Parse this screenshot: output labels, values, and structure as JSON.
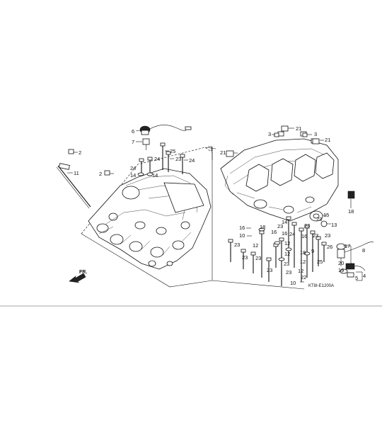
{
  "diagram": {
    "diagram_code": "KT8I-E1200A",
    "direction_label": "FR.",
    "callouts": [
      {
        "id": "c6",
        "label": "6"
      },
      {
        "id": "c7",
        "label": "7"
      },
      {
        "id": "c2a",
        "label": "2"
      },
      {
        "id": "c2b",
        "label": "2"
      },
      {
        "id": "c11",
        "label": "11"
      },
      {
        "id": "c25a",
        "label": "25"
      },
      {
        "id": "c24a",
        "label": "24"
      },
      {
        "id": "c23a",
        "label": "23"
      },
      {
        "id": "c24b",
        "label": "24"
      },
      {
        "id": "c24c",
        "label": "24"
      },
      {
        "id": "c14a",
        "label": "14"
      },
      {
        "id": "c14b",
        "label": "14"
      },
      {
        "id": "c1",
        "label": "1"
      },
      {
        "id": "c21a",
        "label": "21"
      },
      {
        "id": "c21b",
        "label": "21"
      },
      {
        "id": "c21c",
        "label": "21"
      },
      {
        "id": "c3a",
        "label": "3"
      },
      {
        "id": "c3b",
        "label": "3"
      },
      {
        "id": "c18a",
        "label": "18"
      },
      {
        "id": "c15",
        "label": "15"
      },
      {
        "id": "c13",
        "label": "13"
      },
      {
        "id": "c16a",
        "label": "16"
      },
      {
        "id": "c18b",
        "label": "18"
      },
      {
        "id": "c10a",
        "label": "10"
      },
      {
        "id": "c12a",
        "label": "12"
      },
      {
        "id": "c23b",
        "label": "23"
      },
      {
        "id": "c16b",
        "label": "16"
      },
      {
        "id": "c23c",
        "label": "23"
      },
      {
        "id": "c14c",
        "label": "14"
      },
      {
        "id": "c23d",
        "label": "23"
      },
      {
        "id": "c23e",
        "label": "23"
      },
      {
        "id": "c12b",
        "label": "12"
      },
      {
        "id": "c16c",
        "label": "16"
      },
      {
        "id": "c16d",
        "label": "16"
      },
      {
        "id": "c24d",
        "label": "24"
      },
      {
        "id": "c23f",
        "label": "23"
      },
      {
        "id": "c26",
        "label": "26"
      },
      {
        "id": "c17",
        "label": "17"
      },
      {
        "id": "c8",
        "label": "8"
      },
      {
        "id": "c23g",
        "label": "23"
      },
      {
        "id": "c12c",
        "label": "12"
      },
      {
        "id": "c23h",
        "label": "23"
      },
      {
        "id": "c18c",
        "label": "18"
      },
      {
        "id": "c12d",
        "label": "12"
      },
      {
        "id": "c25b",
        "label": "25"
      },
      {
        "id": "c20",
        "label": "20"
      },
      {
        "id": "c23i",
        "label": "23"
      },
      {
        "id": "c23j",
        "label": "23"
      },
      {
        "id": "c23k",
        "label": "23"
      },
      {
        "id": "c12e",
        "label": "12"
      },
      {
        "id": "c22",
        "label": "22"
      },
      {
        "id": "c19",
        "label": "19"
      },
      {
        "id": "c4",
        "label": "4"
      },
      {
        "id": "c5",
        "label": "5"
      },
      {
        "id": "c10b",
        "label": "10"
      },
      {
        "id": "c9",
        "label": "9"
      },
      {
        "id": "c23l",
        "label": "23"
      }
    ]
  }
}
